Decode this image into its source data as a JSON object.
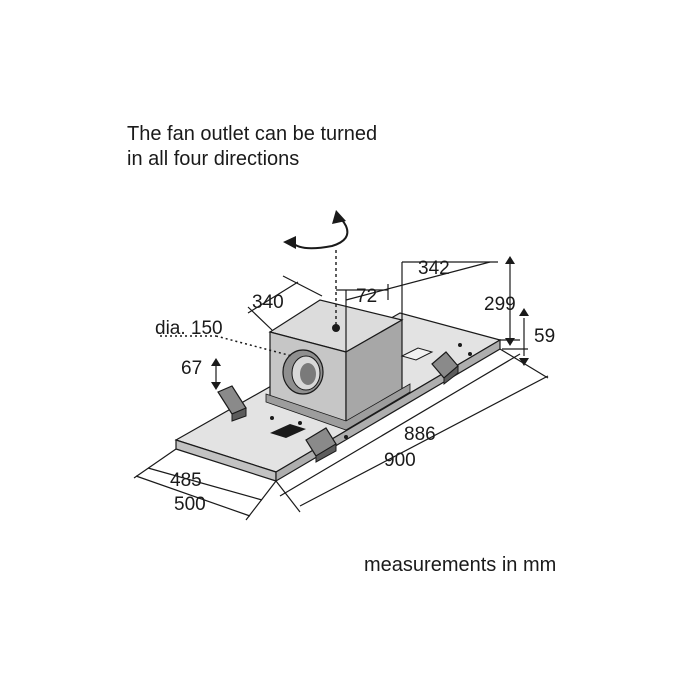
{
  "caption": {
    "line1": "The fan outlet can be turned",
    "line2": "in all four directions"
  },
  "footer": "measurements in mm",
  "dimensions": {
    "outlet_diameter": "dia. 150",
    "box_depth": "340",
    "outlet_offset": "72",
    "box_width": "342",
    "total_height": "299",
    "panel_height": "59",
    "outlet_height": "67",
    "inner_length": "886",
    "outer_length": "900",
    "inner_depth": "485",
    "outer_depth": "500"
  },
  "colors": {
    "line": "#1a1a1a",
    "box_front": "#c4c4c4",
    "box_top": "#dedede",
    "box_side": "#a9a9a9",
    "panel_top": "#e3e3e3",
    "panel_edge": "#b8b8b8"
  }
}
